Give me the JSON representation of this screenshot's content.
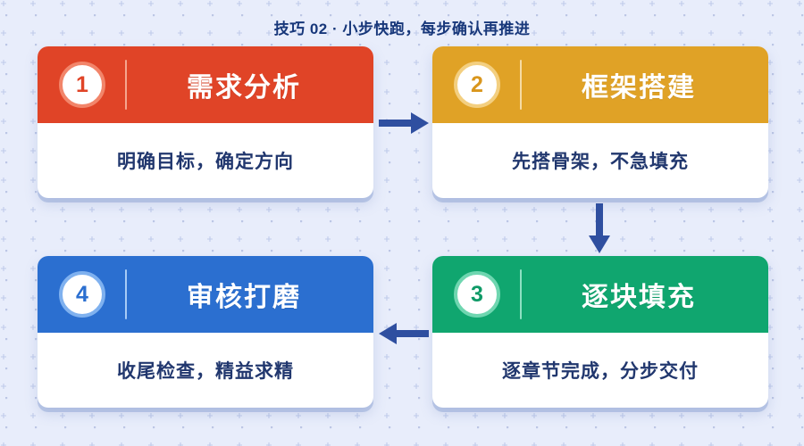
{
  "header": {
    "title": "技巧 02 · 小步快跑，每步确认再推进",
    "title_color": "#17377a"
  },
  "theme": {
    "background": "#e8edfb",
    "dot_color": "#96a5d2",
    "body_text_color": "#21376e",
    "arrow_color": "#2f4fa0",
    "card_background": "#ffffff"
  },
  "steps": [
    {
      "number": "1",
      "title": "需求分析",
      "description": "明确目标，确定方向",
      "header_color": "#e04427",
      "badge_ring_color": "#f2856a",
      "badge_number_color": "#e04427",
      "divider_color": "#f5a58f"
    },
    {
      "number": "2",
      "title": "框架搭建",
      "description": "先搭骨架，不急填充",
      "header_color": "#e0a226",
      "badge_ring_color": "#f3cf80",
      "badge_number_color": "#d9961d",
      "divider_color": "#f6dba4"
    },
    {
      "number": "3",
      "title": "逐块填充",
      "description": "逐章节完成，分步交付",
      "header_color": "#10a66f",
      "badge_ring_color": "#6fd6b0",
      "badge_number_color": "#0f9a67",
      "divider_color": "#8ee0c2"
    },
    {
      "number": "4",
      "title": "审核打磨",
      "description": "收尾检查，精益求精",
      "header_color": "#2b6fd0",
      "badge_ring_color": "#7fb1ef",
      "badge_number_color": "#2b6fd0",
      "divider_color": "#a7cbf6"
    }
  ],
  "arrows": [
    {
      "name": "arrow-right",
      "direction": "right",
      "from": "1",
      "to": "2"
    },
    {
      "name": "arrow-down",
      "direction": "down",
      "from": "2",
      "to": "3"
    },
    {
      "name": "arrow-left",
      "direction": "left",
      "from": "3",
      "to": "4"
    }
  ]
}
